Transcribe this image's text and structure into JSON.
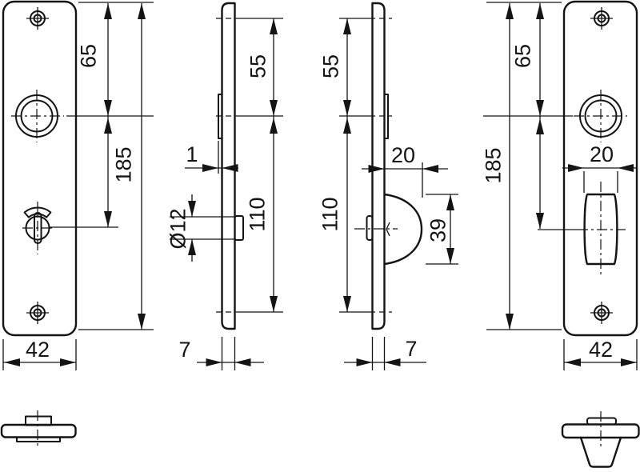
{
  "colors": {
    "ink": "#141414",
    "background": "#ffffff"
  },
  "dimensions": {
    "plate_left_front": {
      "top_to_lever": "65",
      "height": "185",
      "width": "42"
    },
    "profile_left": {
      "screw_to_lever": "55",
      "rim_height": "1",
      "spindle_hole_dia": "Ø12",
      "lever_to_screw": "110",
      "thickness": "7"
    },
    "profile_right": {
      "screw_to_lever": "55",
      "turn_knob_depth": "20",
      "lever_to_screw": "110",
      "turn_knob_length": "39",
      "thickness": "7"
    },
    "plate_right_front": {
      "top_to_lever": "65",
      "height": "185",
      "turn_knob_width": "20",
      "width": "42"
    }
  }
}
